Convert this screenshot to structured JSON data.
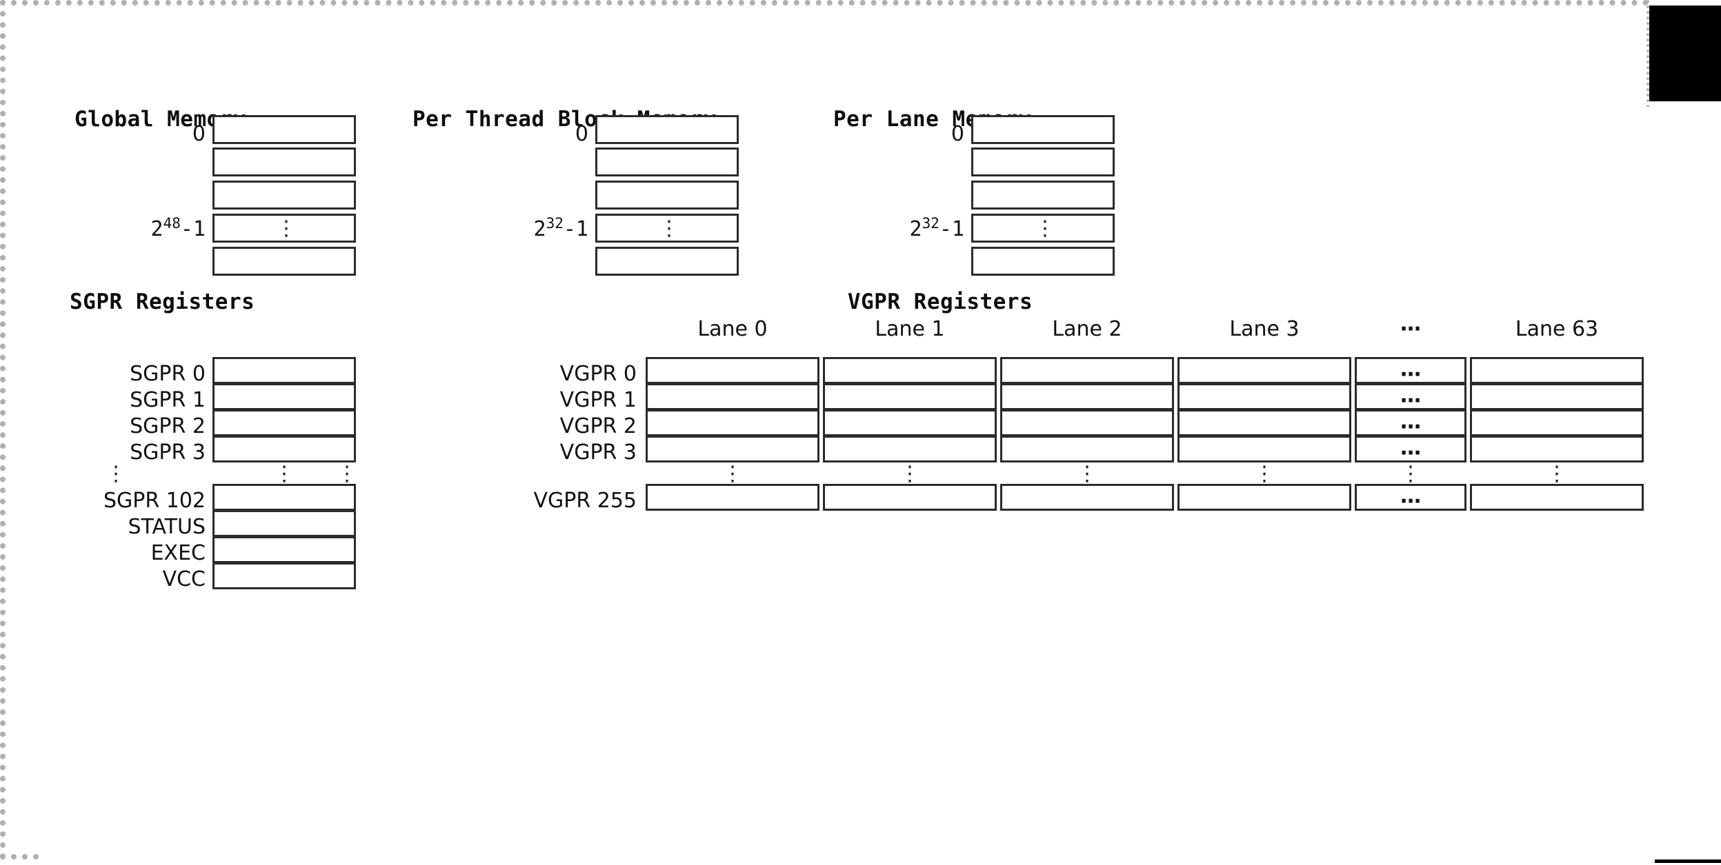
{
  "figure": {
    "kind": "gpu-memory-and-register-model-diagram",
    "background": "#ffffff",
    "border_color": "#2b2b2b",
    "letterbox_color": "#000000",
    "frame_color": "#b0b0b0"
  },
  "memories": [
    {
      "title": "Global Memory",
      "first_index": "0",
      "last_index_base": "2",
      "last_index_exp": "48",
      "last_index_suffix": "-1",
      "ellipsis": "⋮",
      "rows": 5
    },
    {
      "title": "Per Thread Block Memory",
      "first_index": "0",
      "last_index_base": "2",
      "last_index_exp": "32",
      "last_index_suffix": "-1",
      "ellipsis": "⋮",
      "rows": 5
    },
    {
      "title": "Per Lane Memory",
      "first_index": "0",
      "last_index_base": "2",
      "last_index_exp": "32",
      "last_index_suffix": "-1",
      "ellipsis": "⋮",
      "rows": 5
    }
  ],
  "sgpr": {
    "title": "SGPR Registers",
    "row_ellipsis": "⋮",
    "rows": [
      {
        "label": "SGPR 0"
      },
      {
        "label": "SGPR 1"
      },
      {
        "label": "SGPR 2"
      },
      {
        "label": "SGPR 3"
      },
      {
        "label": "SGPR 102"
      },
      {
        "label": "STATUS"
      },
      {
        "label": "EXEC"
      },
      {
        "label": "VCC"
      }
    ]
  },
  "vgpr": {
    "title": "VGPR Registers",
    "column_headers": [
      "Lane 0",
      "Lane 1",
      "Lane 2",
      "Lane 3",
      "⋯",
      "Lane 63"
    ],
    "row_labels": [
      "VGPR 0",
      "VGPR 1",
      "VGPR 2",
      "VGPR 3",
      "VGPR 255"
    ],
    "row_ellipsis": "⋮",
    "cell_ellipsis": "⋯"
  }
}
